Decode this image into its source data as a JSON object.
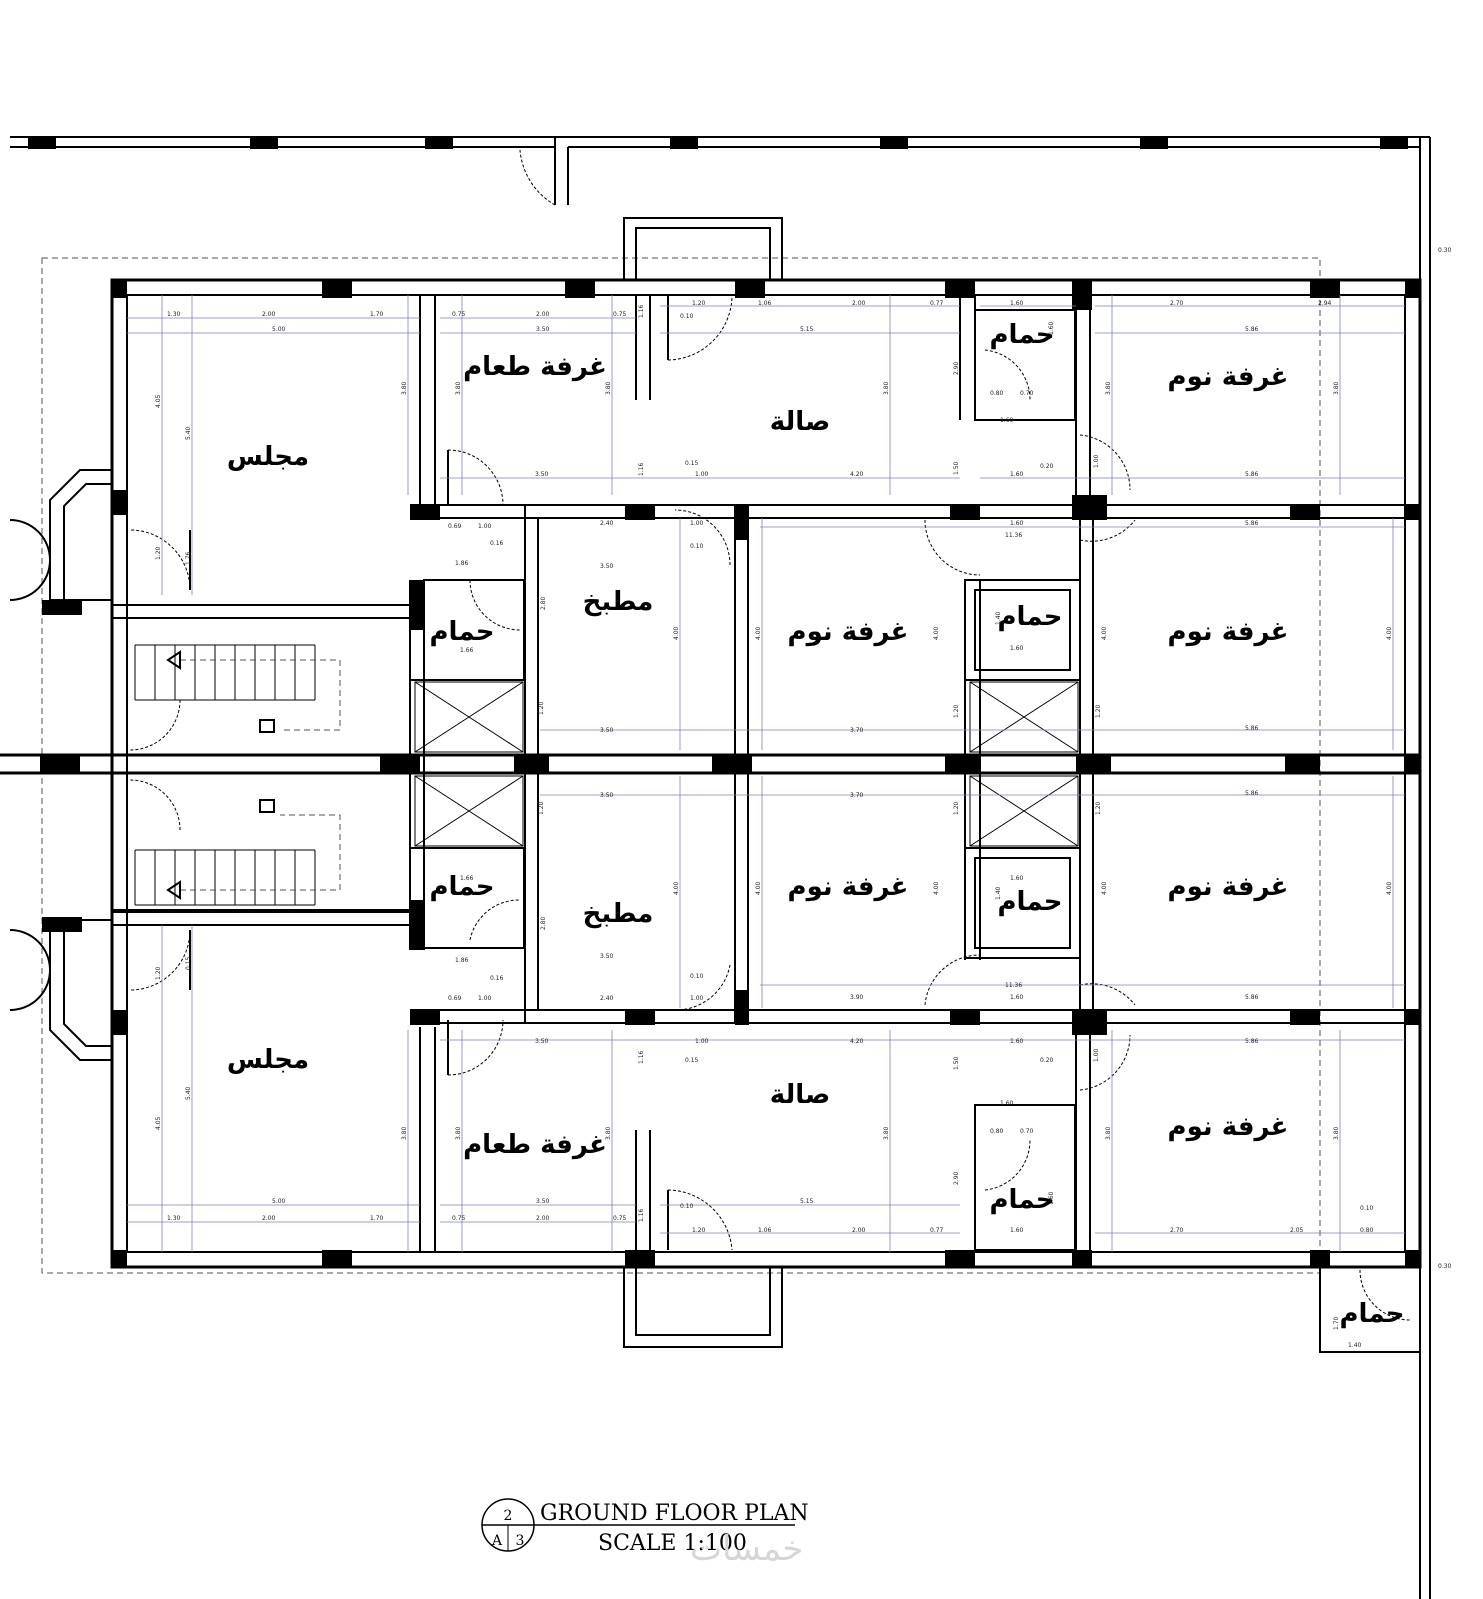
{
  "plan": {
    "rooms": {
      "majlis_top": "مجلس",
      "dining_top": "غرفة طعام",
      "hall_top": "صالة",
      "bath_top_right": "حمام",
      "bedroom_top_right": "غرفة نوم",
      "kitchen_top": "مطبخ",
      "bath_top_kitchen": "حمام",
      "bedroom_mid_top": "غرفة نوم",
      "bath_mid_top": "حمام",
      "bedroom_right_mid_top": "غرفة نوم",
      "bedroom_mid_bottom": "غرفة نوم",
      "bath_mid_bottom": "حمام",
      "bedroom_right_mid_bottom": "غرفة نوم",
      "kitchen_bottom": "مطبخ",
      "bath_bottom_kitchen": "حمام",
      "majlis_bottom": "مجلس",
      "dining_bottom": "غرفة طعام",
      "hall_bottom": "صالة",
      "bath_bottom_right": "حمام",
      "bedroom_bottom_right": "غرفة نوم",
      "bath_corner": "حمام"
    },
    "dimensions": {
      "d_130": "1.30",
      "d_200": "2.00",
      "d_170": "1.70",
      "d_500": "5.00",
      "d_075": "0.75",
      "d_350": "3.50",
      "d_120": "1.20",
      "d_106": "1.06",
      "d_077": "0.77",
      "d_515": "5.15",
      "d_160": "1.60",
      "d_270": "2.70",
      "d_294": "2.94",
      "d_586": "5.86",
      "d_405": "4.05",
      "d_540": "5.40",
      "d_380": "3.80",
      "d_150": "1.50",
      "d_100": "1.00",
      "d_420": "4.20",
      "d_1136": "11.36",
      "d_240": "2.40",
      "d_400": "4.00",
      "d_370": "3.70",
      "d_280": "2.80",
      "d_186": "1.86",
      "d_069": "0.69",
      "d_016": "0.16",
      "d_015": "0.15",
      "d_010": "0.10",
      "d_020": "0.20",
      "d_080": "0.80",
      "d_070": "0.70",
      "d_140": "1.40",
      "d_166": "1.66",
      "d_290": "2.90",
      "d_390": "3.90",
      "d_030": "0.30",
      "d_205": "2.05",
      "d_176": "1.76",
      "d_116": "1.16"
    }
  },
  "title_block": {
    "title": "GROUND FLOOR PLAN",
    "scale": "SCALE 1:100",
    "detail_number": "2",
    "sheet_letter": "A",
    "sheet_number": "3"
  },
  "watermark": "خمسات"
}
